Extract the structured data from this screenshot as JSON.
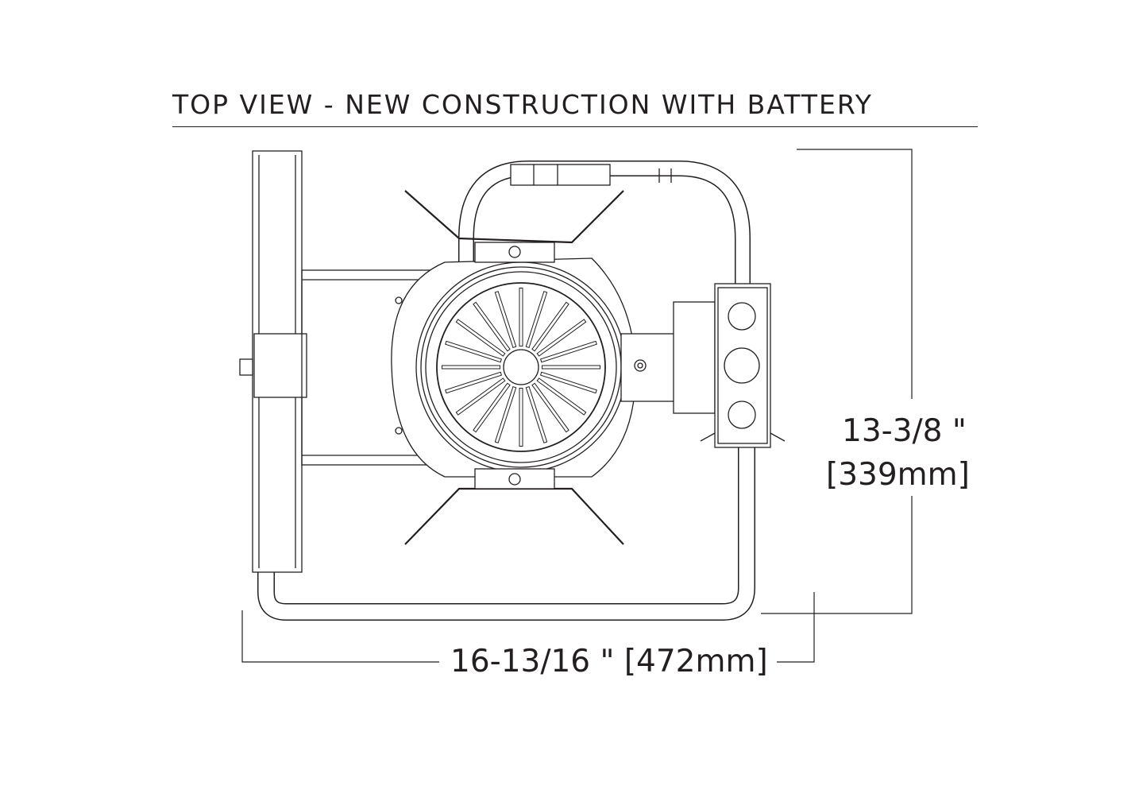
{
  "title": "TOP VIEW - NEW CONSTRUCTION WITH BATTERY",
  "dimensions": {
    "height_imperial": "13-3/8 \"",
    "height_metric": "[339mm]",
    "width_label": "16-13/16 \" [472mm]"
  },
  "colors": {
    "line": "#231f20",
    "background": "#ffffff"
  }
}
